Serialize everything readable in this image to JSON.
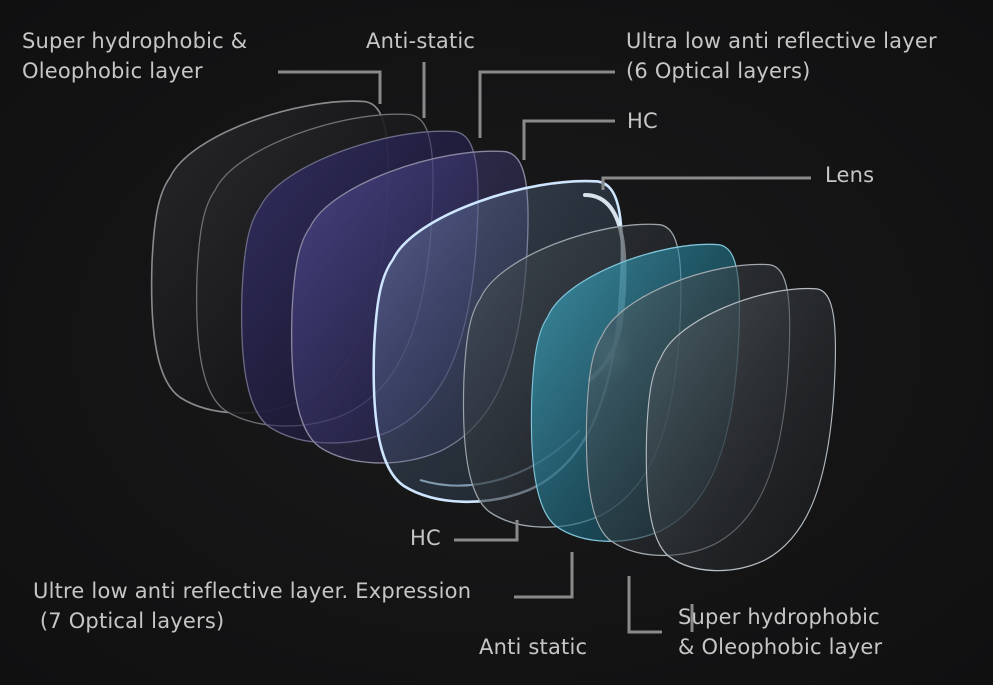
{
  "colors": {
    "background": "#121213",
    "label_text": "#c6c6c6",
    "leader_line": "#8a8a8a",
    "lens_highlight": "#dff4ff",
    "purple_tint": "#5b4fb8",
    "cyan_tint": "#3aa3c0"
  },
  "labels": {
    "top_left": {
      "line1": "Super hydrophobic &",
      "line2": "Oleophobic layer"
    },
    "anti_static_top": "Anti-static",
    "ultra_low_top": {
      "line1": "Ultra low anti reflective layer",
      "line2": "(6 Optical layers)"
    },
    "hc_top": "HC",
    "lens": "Lens",
    "hc_bottom": "HC",
    "ultre_low_bottom": {
      "line1": "Ultre low anti reflective layer. Expression",
      "line2": " (7 Optical layers)"
    },
    "anti_static_bottom": "Anti static",
    "bottom_right": {
      "line1": "Super hydrophobic",
      "line2": "& Oleophobic layer"
    }
  }
}
